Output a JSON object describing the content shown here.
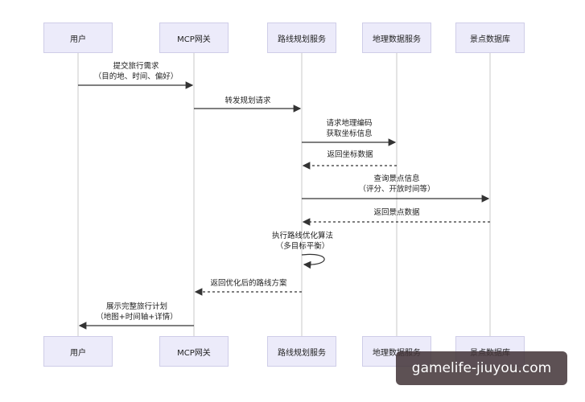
{
  "participants": [
    "用户",
    "MCP网关",
    "路线规划服务",
    "地理数据服务",
    "景点数据库"
  ],
  "messages": [
    {
      "line1": "提交旅行需求",
      "line2": "（目的地、时间、偏好）"
    },
    {
      "line1": "转发规划请求",
      "line2": ""
    },
    {
      "line1": "请求地理编码",
      "line2": "获取坐标信息"
    },
    {
      "line1": "返回坐标数据",
      "line2": ""
    },
    {
      "line1": "查询景点信息",
      "line2": "（评分、开放时间等）"
    },
    {
      "line1": "返回景点数据",
      "line2": ""
    },
    {
      "line1": "执行路线优化算法",
      "line2": "（多目标平衡）"
    },
    {
      "line1": "返回优化后的路线方案",
      "line2": ""
    },
    {
      "line1": "展示完整旅行计划",
      "line2": "（地图+时间轴+详情）"
    }
  ],
  "watermark": "gamelife-jiuyou.com",
  "colors": {
    "participant_fill": "#ecebfa",
    "participant_border": "#cfcde8",
    "line": "#333333",
    "lifeline": "#c8c8c8"
  }
}
